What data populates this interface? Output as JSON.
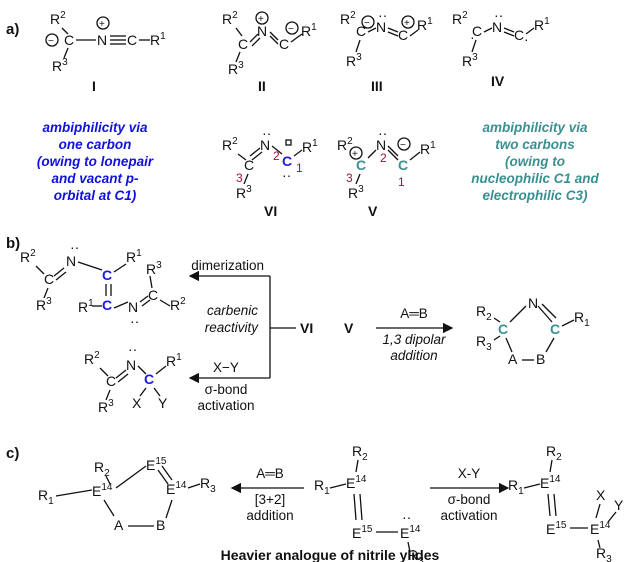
{
  "panel_labels": {
    "a": "a)",
    "b": "b)",
    "c": "c)"
  },
  "structures": {
    "I": "I",
    "II": "II",
    "III": "III",
    "IV": "IV",
    "V": "V",
    "VI": "VI"
  },
  "text_left": [
    "ambiphilicity via",
    "one carbon",
    "(owing to lonepair",
    "and vacant p-",
    "orbital at C1)"
  ],
  "text_right": [
    "ambiphilicity via",
    "two carbons",
    "(owing to",
    "nucleophilic C1 and",
    "electrophilic C3)"
  ],
  "panel_b": {
    "dimerization": "dimerization",
    "carbenic": "carbenic",
    "reactivity": "reactivity",
    "xy": "X−Y",
    "sigma_bond": "σ-bond",
    "activation": "activation",
    "ab": "A═B",
    "dipolar1": "1,3 dipolar",
    "dipolar2": "addition"
  },
  "panel_c": {
    "ab": "A═B",
    "cyclo": "[3+2]",
    "addition": "addition",
    "xy": "X-Y",
    "sigma_bond": "σ-bond",
    "activation": "activation",
    "caption": "Heavier analogue of nitrile ylides"
  },
  "colors": {
    "blue": "#1a1ae0",
    "teal": "#3a9090",
    "locant": "#a01040"
  }
}
